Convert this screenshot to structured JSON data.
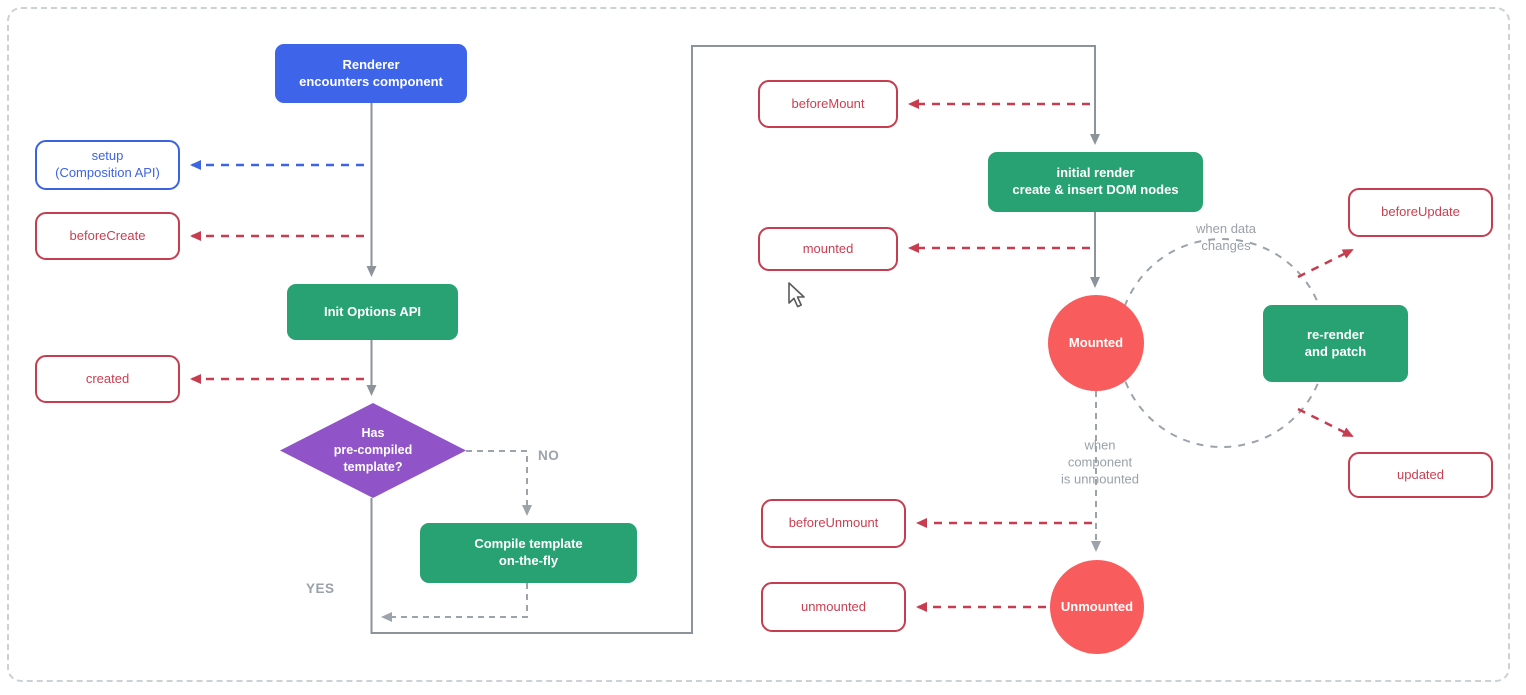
{
  "nodes": {
    "renderer": "Renderer\nencounters component",
    "setup": "setup\n(Composition API)",
    "before_create": "beforeCreate",
    "init_options": "Init Options API",
    "created": "created",
    "template_check": "Has\npre-compiled\ntemplate?",
    "compile": "Compile template\non-the-fly",
    "before_mount": "beforeMount",
    "initial_render": "initial render\ncreate & insert DOM nodes",
    "mounted_hook": "mounted",
    "mounted_state": "Mounted",
    "re_render": "re-render\nand patch",
    "before_update": "beforeUpdate",
    "updated": "updated",
    "before_unmount": "beforeUnmount",
    "unmounted_hook": "unmounted",
    "unmounted_state": "Unmounted"
  },
  "annotations": {
    "no": "NO",
    "yes": "YES",
    "when_data_changes": "when data\nchanges",
    "when_unmounted": "when\ncomponent\nis unmounted"
  },
  "colors": {
    "blue_fill": "#3E64EA",
    "green_fill": "#29A273",
    "purple_fill": "#9154C8",
    "red_circle_fill": "#F85C5C",
    "red_stroke": "#C63D4F",
    "blue_stroke": "#3B62E3",
    "gray_solid_line": "#8C939A",
    "gray_dashed_line": "#9CA3AA",
    "gray_text": "#99A1A9",
    "border_dashed": "#CCD1D6"
  }
}
